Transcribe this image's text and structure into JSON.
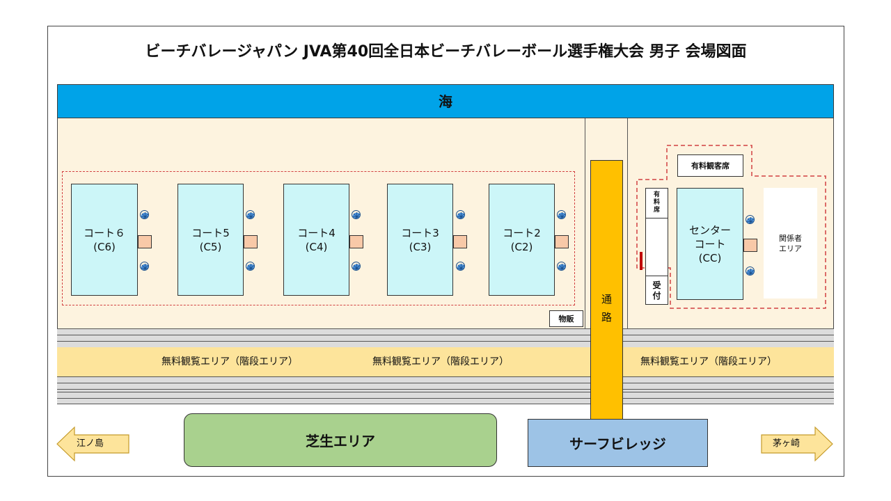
{
  "title": "ビーチバレージャパン JVA第40回全日本ビーチバレーボール選手権大会 男子 会場図面",
  "sea": "海",
  "courts": [
    {
      "line1": "コート６",
      "line2": "(C6)"
    },
    {
      "line1": "コート5",
      "line2": "(C5)"
    },
    {
      "line1": "コート4",
      "line2": "(C4)"
    },
    {
      "line1": "コート3",
      "line2": "(C3)"
    },
    {
      "line1": "コート2",
      "line2": "(C2)"
    }
  ],
  "center_court": {
    "line1": "センター",
    "line2": "コート",
    "line3": "(CC)"
  },
  "paid_seats": "有料観客席",
  "paid_seats_side": {
    "c1": "有",
    "c2": "料",
    "c3": "席"
  },
  "reception": {
    "c1": "受",
    "c2": "付"
  },
  "staff_area": {
    "line1": "関係者",
    "line2": "エリア"
  },
  "merch": "物販",
  "passage": {
    "c1": "通",
    "c2": "路"
  },
  "free_area_labels": [
    "無料観覧エリア（階段エリア）",
    "無料観覧エリア（階段エリア）",
    "無料観覧エリア（階段エリア）"
  ],
  "lawn": "芝生エリア",
  "surf_village": "サーフビレッジ",
  "arrow_left": "江ノ島",
  "arrow_right": "茅ヶ崎",
  "colors": {
    "sea": "#00a3e8",
    "court": "#ccf6f8",
    "sand": "#fdf3df",
    "passage": "#ffc000",
    "free_area": "#fde49b",
    "lawn": "#a9d18e",
    "surf_village": "#9dc3e6",
    "arrow": "#fde49b",
    "dashed_boundary": "#d24040"
  }
}
